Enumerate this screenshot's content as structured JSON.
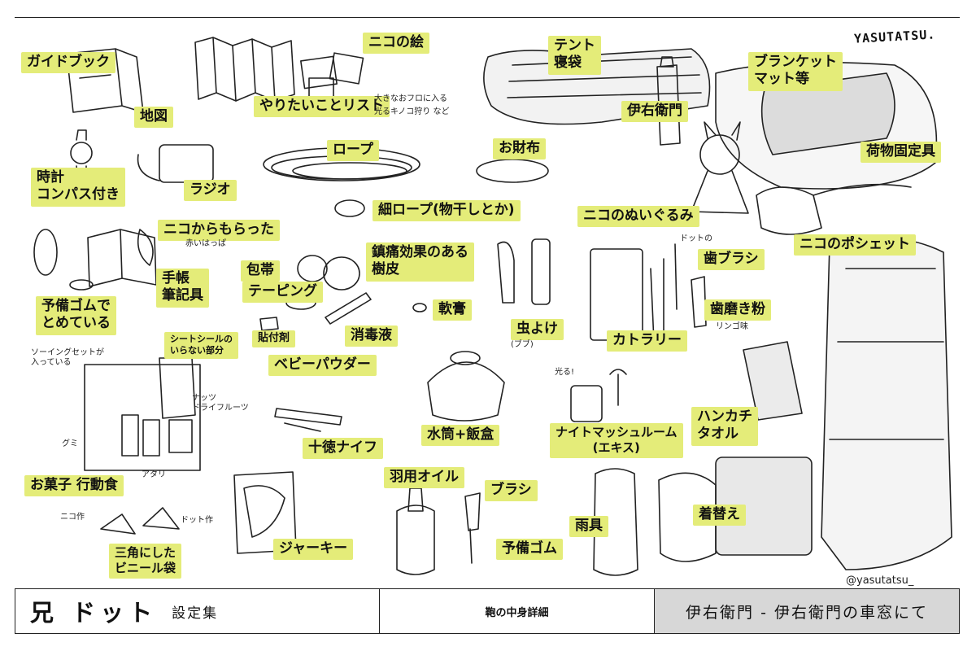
{
  "signature": "YASUTATSU.",
  "handle": "@yasutatsu_",
  "labels": {
    "guidebook": "ガイドブック",
    "map": "地図",
    "nico_drawing": "ニコの絵",
    "todo_list": "やりたいことリスト",
    "tent": "テント\n寝袋",
    "blanket": "ブランケット\nマット等",
    "iemon_left": "伊右衛門",
    "luggage_strap": "荷物固定具",
    "watch": "時計\nコンパス付き",
    "radio": "ラジオ",
    "rope": "ロープ",
    "wallet": "お財布",
    "thin_rope": "細ロープ(物干しとか)",
    "nico_plush": "ニコのぬいぐるみ",
    "nico_pochette": "ニコのポシェット",
    "from_nico": "ニコからもらった",
    "notebook": "手帳\n筆記具",
    "rubber_bands": "予備ゴムで\nとめている",
    "bandage": "包帯",
    "tape": "テーピング",
    "bark": "鎮痛効果のある\n樹皮",
    "ointment": "軟膏",
    "bug_spray": "虫よけ",
    "toothbrush": "歯ブラシ",
    "tooth_powder": "歯磨き粉",
    "cutlery": "カトラリー",
    "patch": "貼付剤",
    "disinfectant": "消毒液",
    "baby_powder": "ベビーパウダー",
    "seal_part": "シートシールの\nいらない部分",
    "snacks": "お菓子 行動食",
    "knife": "十徳ナイフ",
    "canteen": "水筒+飯盒",
    "mushroom": "ナイトマッシュルーム\n(エキス)",
    "handkerchief": "ハンカチ\nタオル",
    "feather_oil": "羽用オイル",
    "brush": "ブラシ",
    "spare_rubber": "予備ゴム",
    "rain_gear": "雨具",
    "change_clothes": "着替え",
    "plastic_bag": "三角にした\nビニール袋",
    "jerky": "ジャーキー"
  },
  "notes": {
    "todo_1": "大きなおフロに入る",
    "todo_2": "光るキノコ狩り など",
    "red_leaf": "赤いはっぱ",
    "bug_sub": "(ブブ)",
    "toothbrush_dots": "ドットの",
    "apple_flavor": "リンゴ味",
    "sewing": "ソーイングセットが\n入っている",
    "nuts": "ナッツ\nドライフルーツ",
    "gummy": "グミ",
    "atari": "アタリ",
    "nico_made": "ニコ作",
    "dot_made": "ドット作",
    "glows": "光る!"
  },
  "footer": {
    "title": "兄 ドット",
    "subtitle": "設定集",
    "middle": "鞄の中身詳細",
    "right": "伊右衛門 - 伊右衛門の車窓にて"
  }
}
